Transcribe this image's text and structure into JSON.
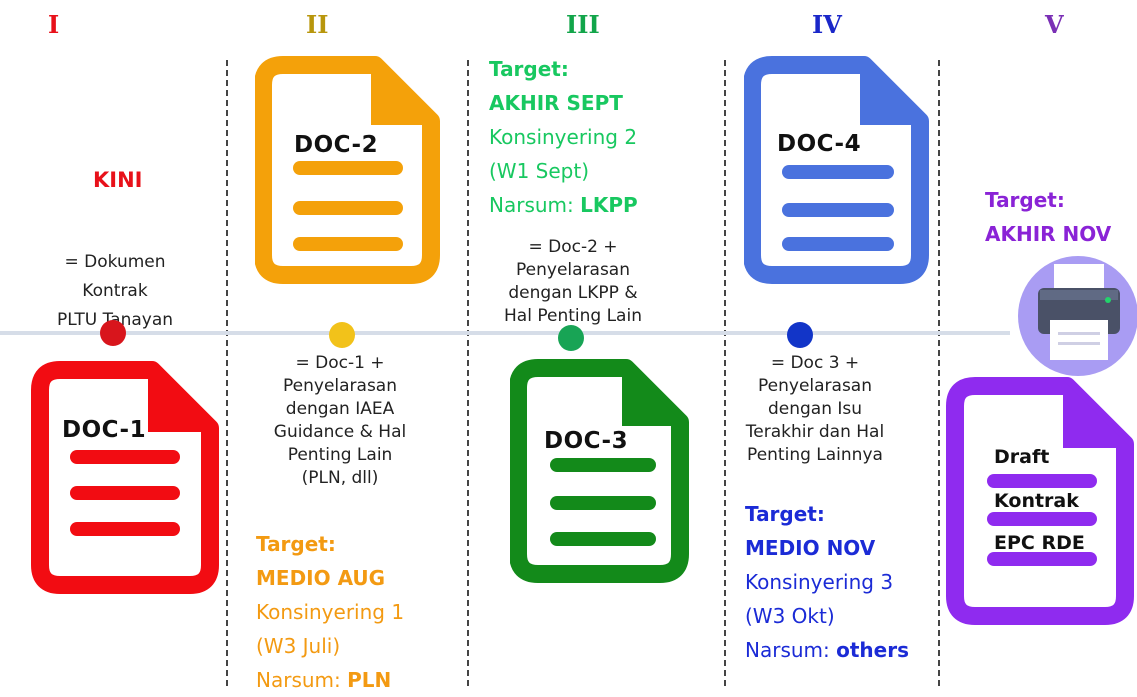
{
  "phases": [
    {
      "roman": "I",
      "color": "#e8111a"
    },
    {
      "roman": "II",
      "color": "#b8960c"
    },
    {
      "roman": "III",
      "color": "#12a54a"
    },
    {
      "roman": "IV",
      "color": "#1a27c9"
    },
    {
      "roman": "V",
      "color": "#7a2fb5"
    }
  ],
  "phase1": {
    "heading": "KINI",
    "desc": [
      "= Dokumen",
      "Kontrak",
      "PLTU Tanayan"
    ],
    "doc_label": "DOC-1"
  },
  "phase2": {
    "doc_label": "DOC-2",
    "desc": [
      "= Doc-1 +",
      "Penyelarasan",
      "dengan IAEA",
      "Guidance & Hal",
      "Penting Lain",
      "(PLN, dll)"
    ],
    "target_label": "Target:",
    "target_date": "MEDIO AUG",
    "konsinyering": "Konsinyering 1",
    "week": "(W3 Juli)",
    "narsum_label": "Narsum:",
    "narsum_value": "PLN"
  },
  "phase3": {
    "target_label": "Target:",
    "target_date": "AKHIR SEPT",
    "konsinyering": "Konsinyering 2",
    "week": "(W1 Sept)",
    "narsum_label": "Narsum:",
    "narsum_value": "LKPP",
    "desc": [
      "= Doc-2 +",
      "Penyelarasan",
      "dengan LKPP &",
      "Hal Penting Lain"
    ],
    "doc_label": "DOC-3"
  },
  "phase4": {
    "doc_label": "DOC-4",
    "desc": [
      "= Doc 3 +",
      "Penyelarasan",
      "dengan Isu",
      "Terakhir dan Hal",
      "Penting Lainnya"
    ],
    "target_label": "Target:",
    "target_date": "MEDIO NOV",
    "konsinyering": "Konsinyering 3",
    "week": "(W3 Okt)",
    "narsum_label": "Narsum:",
    "narsum_value": "others"
  },
  "phase5": {
    "target_label": "Target:",
    "target_date": "AKHIR NOV",
    "draft_lines": [
      "Draft",
      "Kontrak",
      "EPC RDE"
    ]
  },
  "colors": {
    "red": "#f20c12",
    "orange": "#f4a10a",
    "green_doc": "#138a1a",
    "blue_doc": "#4a72de",
    "purple_doc": "#8f2bef",
    "orange_text": "#f39a12",
    "green_text": "#18c860",
    "blue_text": "#1b2bd6",
    "purple_text": "#8a23d6",
    "dot_red": "#d8151c",
    "dot_yellow": "#f2c21a",
    "dot_green": "#18a455",
    "dot_blue": "#1235c8",
    "printer_bg": "#a99cf3"
  },
  "icons": {
    "doc": "document-icon",
    "printer": "printer-icon"
  }
}
